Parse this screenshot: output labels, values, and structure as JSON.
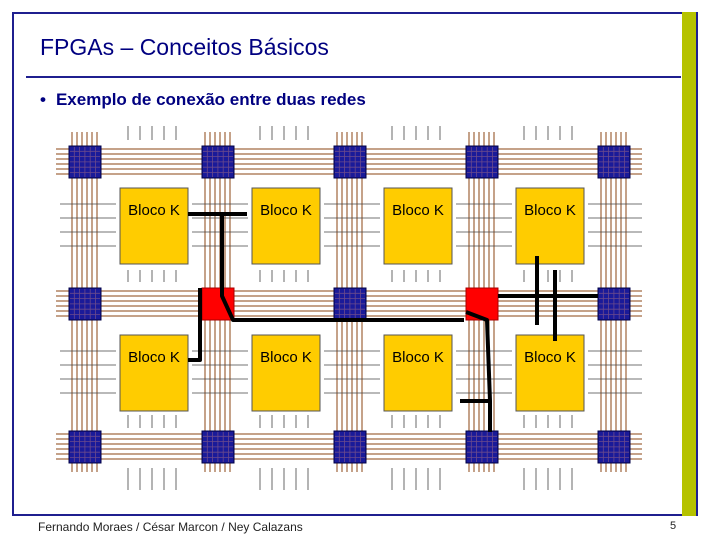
{
  "slide": {
    "title": "FPGAs – Conceitos Básicos",
    "bullet": "Exemplo de conexão entre duas redes",
    "bullet_symbol": "•",
    "footer": "Fernando Moraes / César Marcon / Ney Calazans",
    "page_number": "5"
  },
  "diagram": {
    "logic_block_label": "Bloco K",
    "logic_block_rows": 2,
    "logic_block_cols": 4,
    "switch_matrix_rows": 3,
    "switch_matrix_cols": 5,
    "colors": {
      "logic_block": "#ffcc00",
      "switch_matrix": "#1a1a99",
      "switch_matrix_active": "#ff0000",
      "routing_wire": "#8b4513",
      "connection": "#000000"
    }
  }
}
